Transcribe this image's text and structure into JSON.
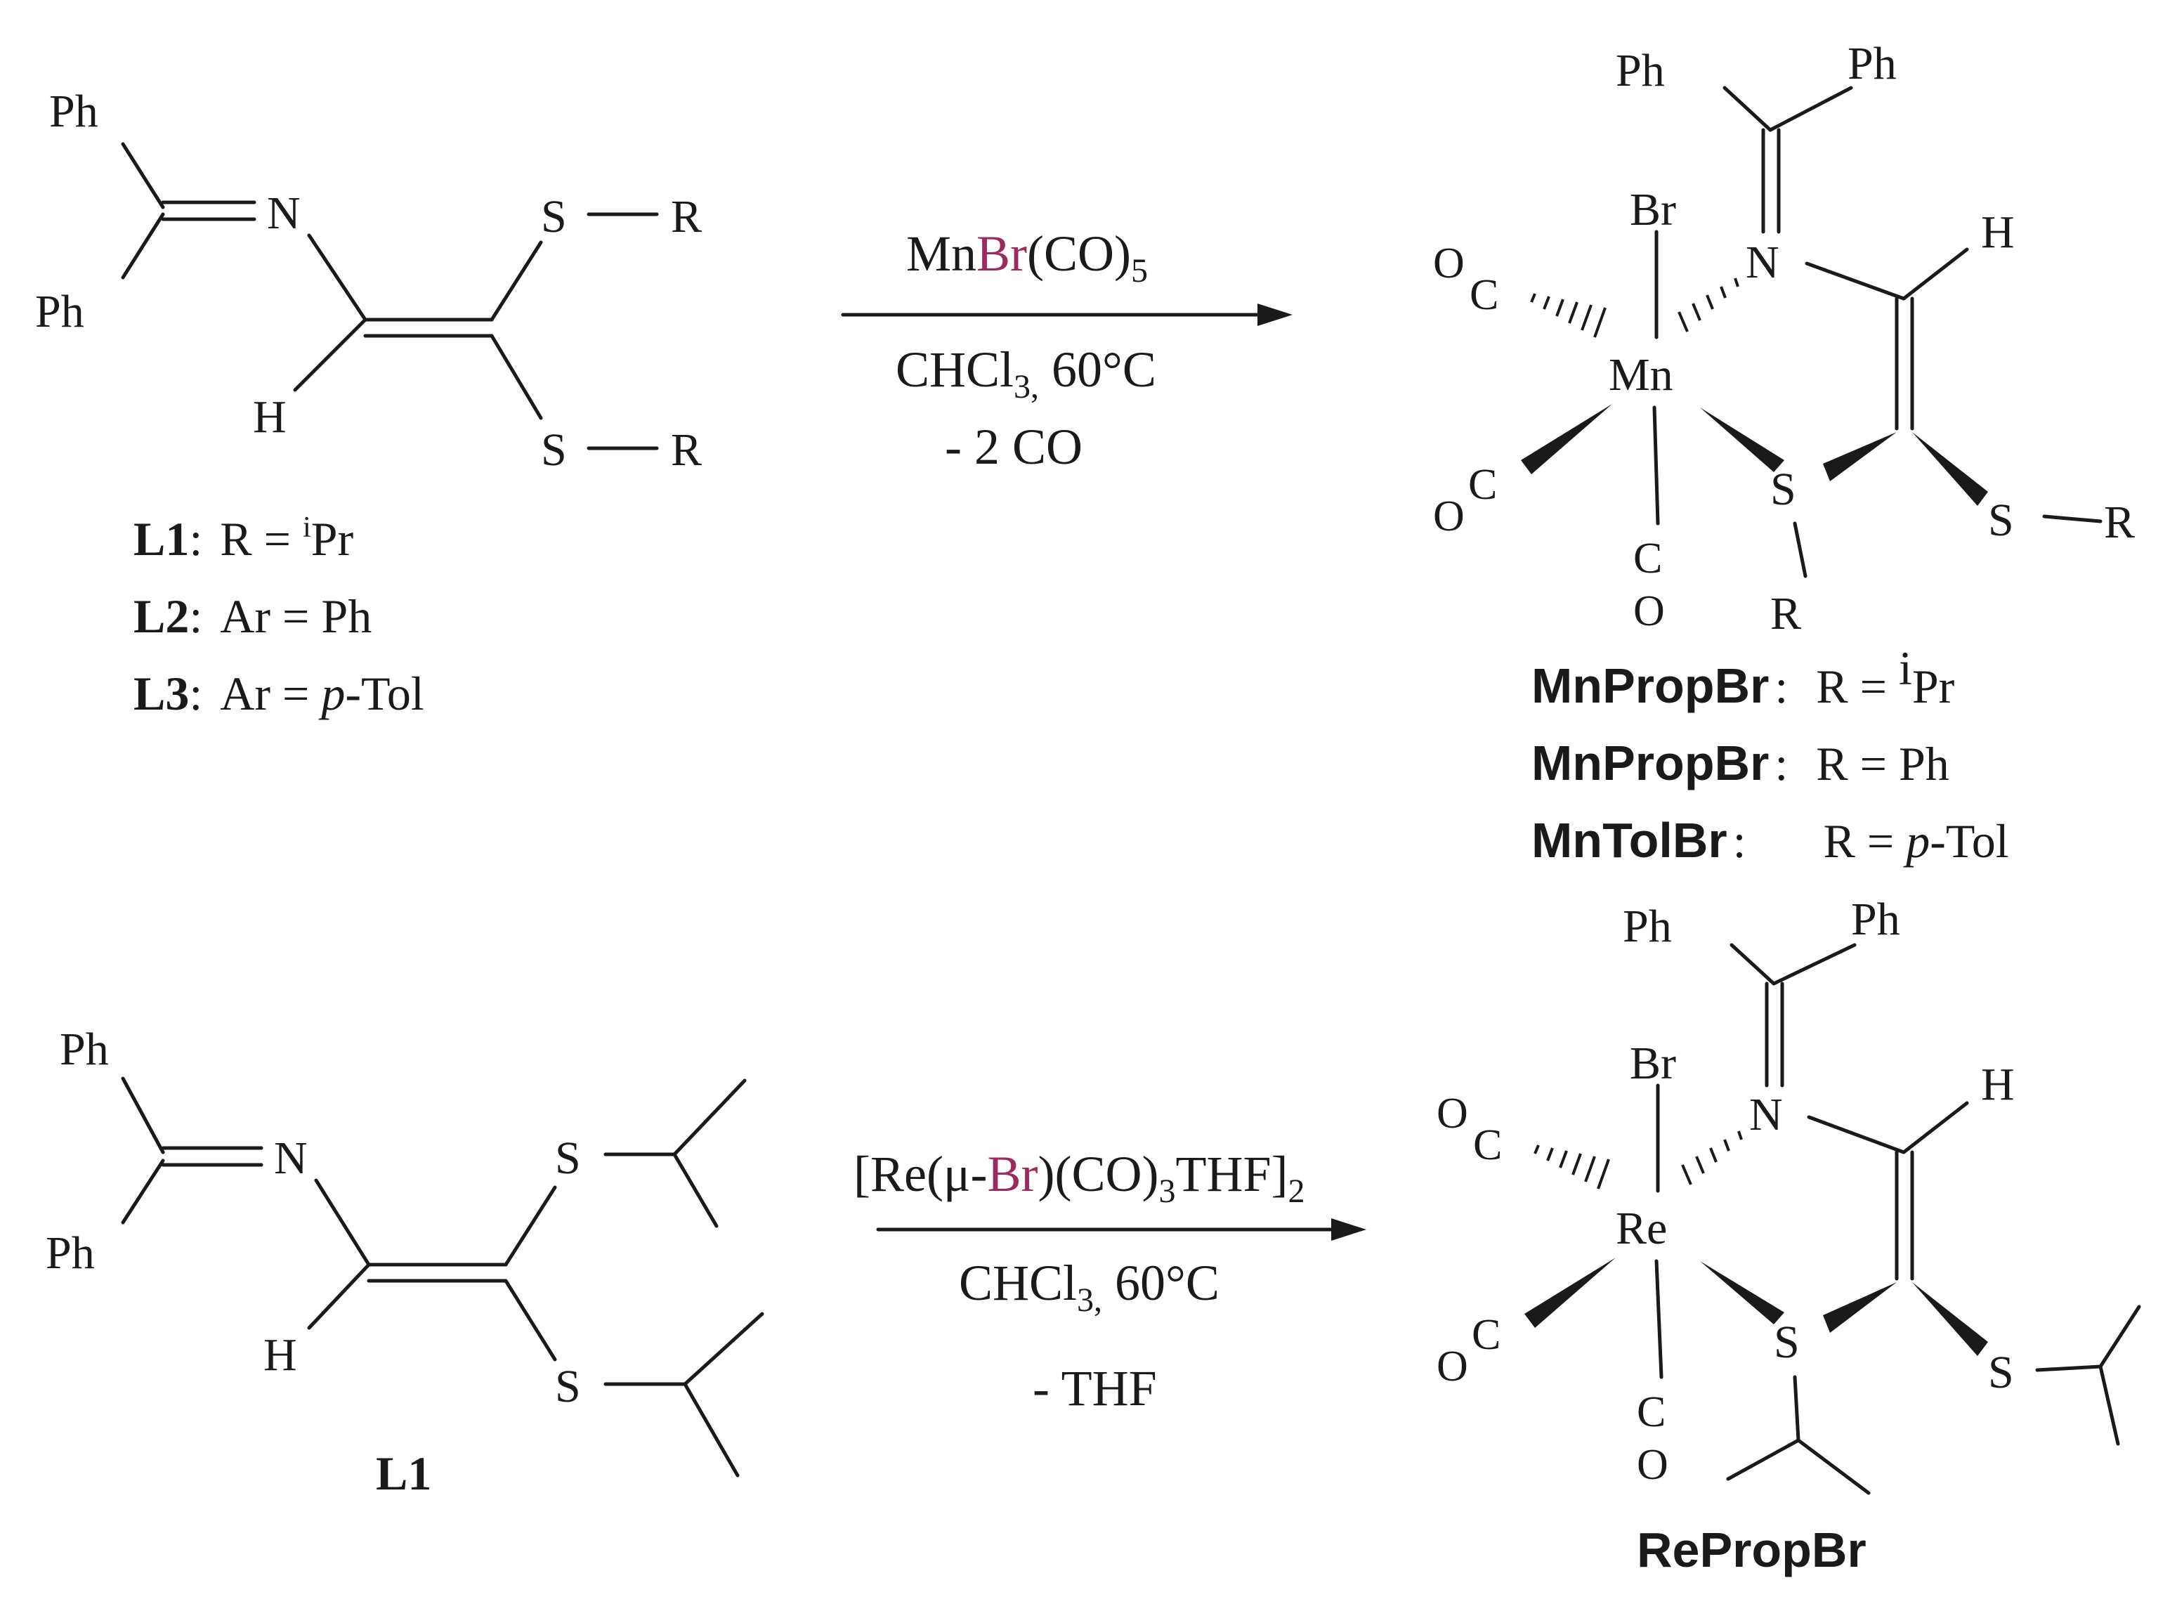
{
  "colors": {
    "nitrogen": "#2a4bd7",
    "sulfur": "#f2c40f",
    "bromine": "#9b2a5e",
    "bonds": "#1a1a1a"
  },
  "atoms": {
    "Ph": "Ph",
    "N": "N",
    "S": "S",
    "H": "H",
    "R": "R",
    "Br": "Br",
    "Mn": "Mn",
    "Re": "Re",
    "C": "C",
    "O": "O"
  },
  "reaction1": {
    "reagent_prefix": "Mn",
    "reagent_br": "Br",
    "reagent_suffix": "(CO)",
    "reagent_sub": "5",
    "cond1_main": "CHCl",
    "cond1_sub": "3,",
    "cond1_tail": " 60°C",
    "cond2": "- 2 CO"
  },
  "reaction2": {
    "reagent_prefix": "[Re(μ-",
    "reagent_br": "Br",
    "reagent_mid": ")(CO)",
    "reagent_sub": "3",
    "reagent_suffix": "THF]",
    "reagent_sub2": "2",
    "cond1_main": "CHCl",
    "cond1_sub": "3,",
    "cond1_tail": " 60°C",
    "cond2": "- THF"
  },
  "ligands": [
    {
      "id": "L1",
      "sep": ":",
      "var": "R",
      "eq": " = ",
      "sup": "i",
      "val": "Pr"
    },
    {
      "id": "L2",
      "sep": ":",
      "var": "Ar",
      "eq": " = ",
      "val": "Ph"
    },
    {
      "id": "L3",
      "sep": ":",
      "var": "Ar",
      "eq": " = ",
      "val_italic": "p",
      "val": "-Tol"
    }
  ],
  "complexes": [
    {
      "name": "MnPropBr",
      "sep": ":",
      "var": "R",
      "eq": " = ",
      "sup": "i",
      "val": "Pr"
    },
    {
      "name": "MnPropBr",
      "sep": ":",
      "var": "R",
      "eq": " = ",
      "val": "Ph"
    },
    {
      "name": "MnTolBr",
      "sep": ":",
      "var": "R",
      "eq": " = ",
      "val_italic": "p",
      "val": "-Tol"
    }
  ],
  "bottom_ligand_label": "L1",
  "re_complex_label": "RePropBr"
}
